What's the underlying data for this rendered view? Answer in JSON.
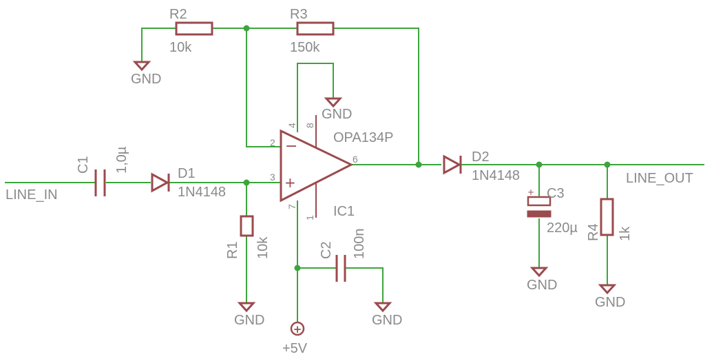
{
  "nets": {
    "in_label": "LINE_IN",
    "out_label": "LINE_OUT",
    "supply_label": "+5V"
  },
  "gnd_label": "GND",
  "components": {
    "c1": {
      "name": "C1",
      "value": "1,0µ"
    },
    "d1": {
      "name": "D1",
      "value": "1N4148"
    },
    "r1": {
      "name": "R1",
      "value": "10k"
    },
    "r2": {
      "name": "R2",
      "value": "10k"
    },
    "r3": {
      "name": "R3",
      "value": "150k"
    },
    "ic1": {
      "name": "IC1",
      "value": "OPA134P"
    },
    "c2": {
      "name": "C2",
      "value": "100n"
    },
    "d2": {
      "name": "D2",
      "value": "1N4148"
    },
    "c3": {
      "name": "C3",
      "value": "220µ"
    },
    "r4": {
      "name": "R4",
      "value": "1k"
    }
  },
  "ic_pins": {
    "inv": "2",
    "noninv": "3",
    "out": "6",
    "p4": "4",
    "p8": "8",
    "p7": "7",
    "p1": "1"
  },
  "opamp_signs": {
    "minus": "−",
    "plus": "+"
  },
  "cap_polarity": "+",
  "supply_symbol": "+",
  "colors": {
    "wire": "#3ca53c",
    "part": "#9b4a4d",
    "text": "#8a8a8a"
  }
}
